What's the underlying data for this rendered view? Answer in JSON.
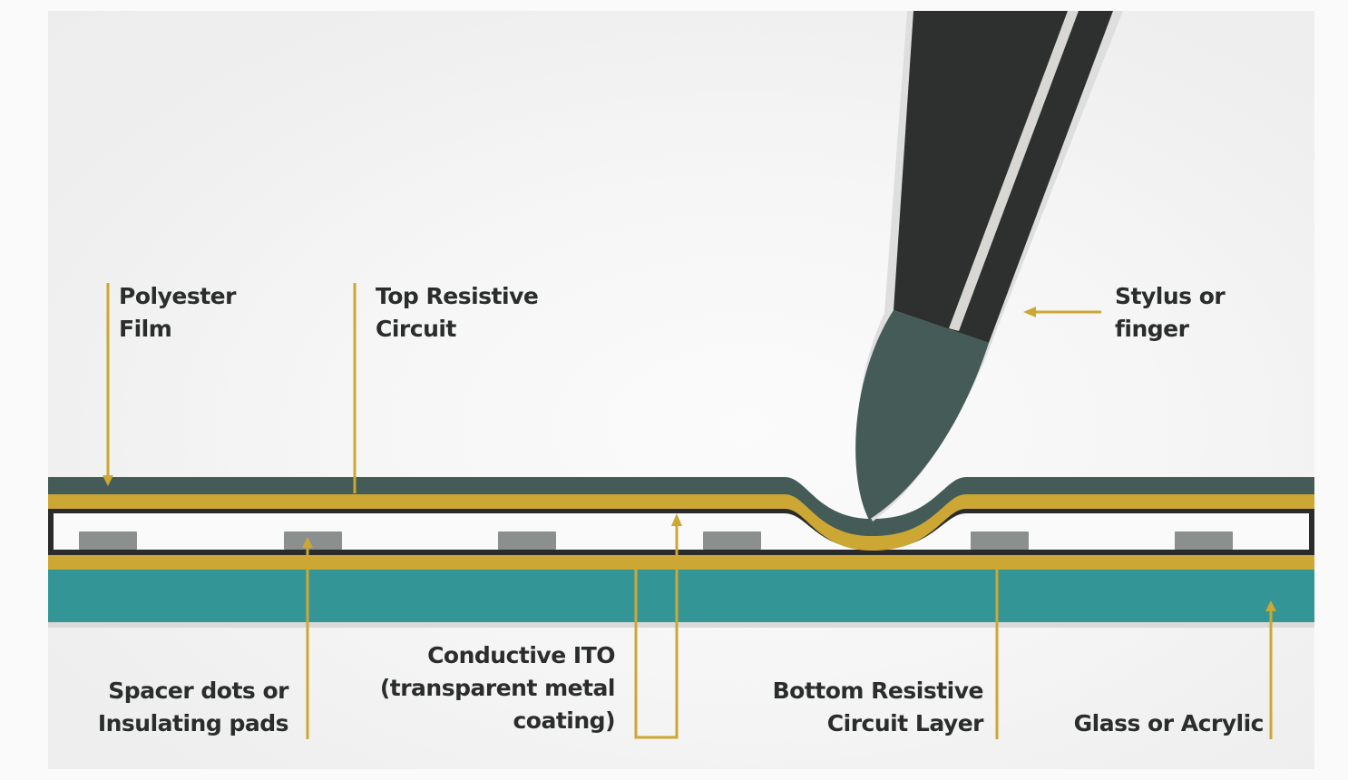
{
  "diagram": {
    "title": "Resistive touchscreen cross-section",
    "colors": {
      "film": "#445b57",
      "gold": "#cca733",
      "border": "#2b2b2b",
      "gap": "#fafafa",
      "spacer": "#8b8f8e",
      "glass": "#339595",
      "stylus_body": "#2d302e",
      "stylus_tip": "#445b57",
      "stylus_stripe": "#d9d7d4",
      "arrow": "#cca733",
      "text": "#2a2d2c"
    },
    "labels": {
      "polyester_film": "Polyester\nFilm",
      "top_resistive_circuit": "Top Resistive\nCircuit",
      "stylus_or_finger": "Stylus or\nfinger",
      "spacer_dots": "Spacer dots or\nInsulating pads",
      "conductive_ito": "Conductive ITO\n(transparent metal\ncoating)",
      "bottom_resistive_circuit": "Bottom Resistive\nCircuit Layer",
      "glass_or_acrylic": "Glass or Acrylic"
    },
    "spacer_count": 6
  }
}
